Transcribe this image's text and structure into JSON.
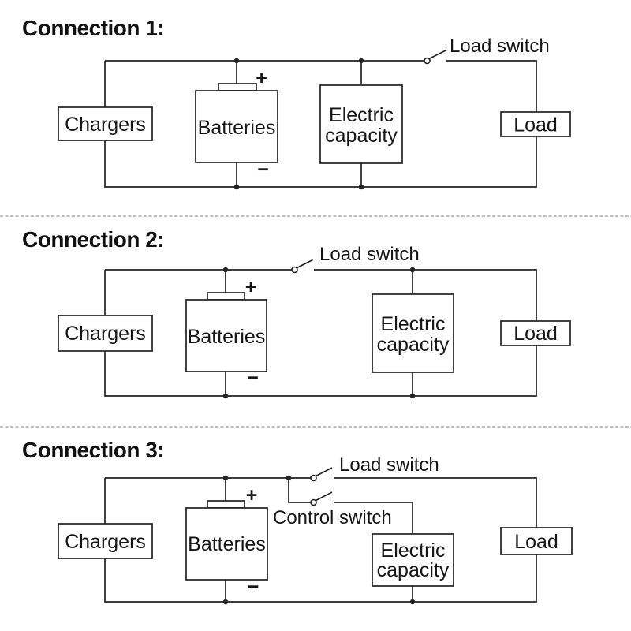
{
  "diagram": {
    "background_color": "#ffffff",
    "line_color": "#222222",
    "text_color": "#161616",
    "separator_color": "#999999",
    "sections": [
      {
        "title": "Connection 1:",
        "boxes": {
          "chargers": "Chargers",
          "batteries": "Batteries",
          "electric_capacity": [
            "Electric",
            "capacity"
          ],
          "load": "Load"
        },
        "battery": {
          "plus": "+",
          "minus": "−"
        },
        "switches": {
          "load_switch": "Load switch"
        }
      },
      {
        "title": "Connection 2:",
        "boxes": {
          "chargers": "Chargers",
          "batteries": "Batteries",
          "electric_capacity": [
            "Electric",
            "capacity"
          ],
          "load": "Load"
        },
        "battery": {
          "plus": "+",
          "minus": "−"
        },
        "switches": {
          "load_switch": "Load switch"
        }
      },
      {
        "title": "Connection 3:",
        "boxes": {
          "chargers": "Chargers",
          "batteries": "Batteries",
          "electric_capacity": [
            "Electric",
            "capacity"
          ],
          "load": "Load"
        },
        "battery": {
          "plus": "+",
          "minus": "−"
        },
        "switches": {
          "load_switch": "Load switch",
          "control_switch": "Control switch"
        }
      }
    ]
  }
}
